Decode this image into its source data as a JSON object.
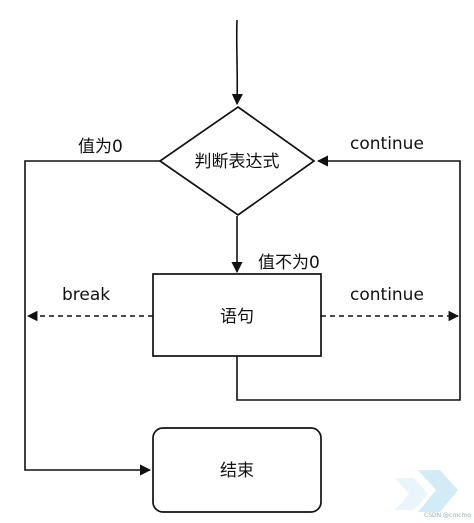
{
  "nodes": {
    "condition": "判断表达式",
    "statement": "语句",
    "end": "结束"
  },
  "edge_labels": {
    "zero": "值为0",
    "nonzero": "值不为0",
    "break": "break",
    "continue_top": "continue",
    "continue_mid": "continue"
  },
  "watermark": "CSDN @cmcmq"
}
